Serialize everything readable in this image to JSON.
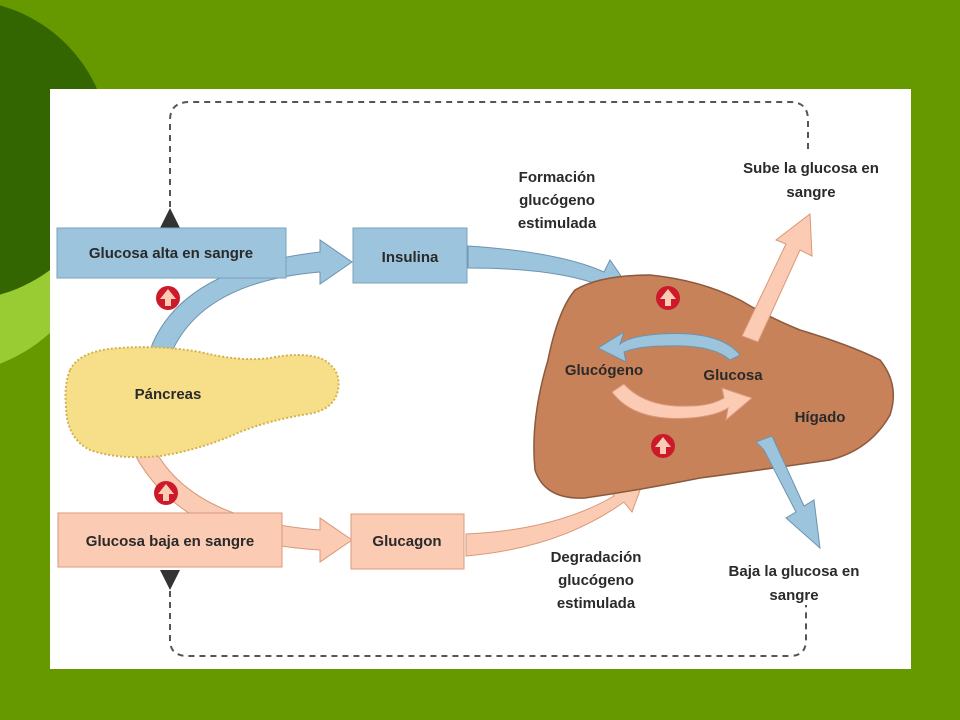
{
  "slide": {
    "background_color": "#669900",
    "decor_circle_color": "#336600",
    "decor_ring_color": "#99cc33",
    "panel_color": "#ffffff"
  },
  "diagram": {
    "boxes": {
      "glucosa_alta": "Glucosa alta en sangre",
      "insulina": "Insulina",
      "glucosa_baja": "Glucosa baja en sangre",
      "glucagon": "Glucagon"
    },
    "organs": {
      "pancreas": "Páncreas",
      "higado": "Hígado"
    },
    "liver_cycle": {
      "glucogeno": "Glucógeno",
      "glucosa": "Glucosa"
    },
    "processes": {
      "formacion": [
        "Formación",
        "glucógeno",
        "estimulada"
      ],
      "degradacion": [
        "Degradación",
        "glucógeno",
        "estimulada"
      ]
    },
    "outcomes": {
      "sube": [
        "Sube la glucosa en",
        "sangre"
      ],
      "baja": [
        "Baja la glucosa en",
        "sangre"
      ]
    },
    "colors": {
      "blue_box": "#9cc4dc",
      "pink_box": "#fbcbb4",
      "liver": "#c8825a",
      "pancreas": "#f7df8a",
      "marker": "#cc1a2a"
    }
  }
}
